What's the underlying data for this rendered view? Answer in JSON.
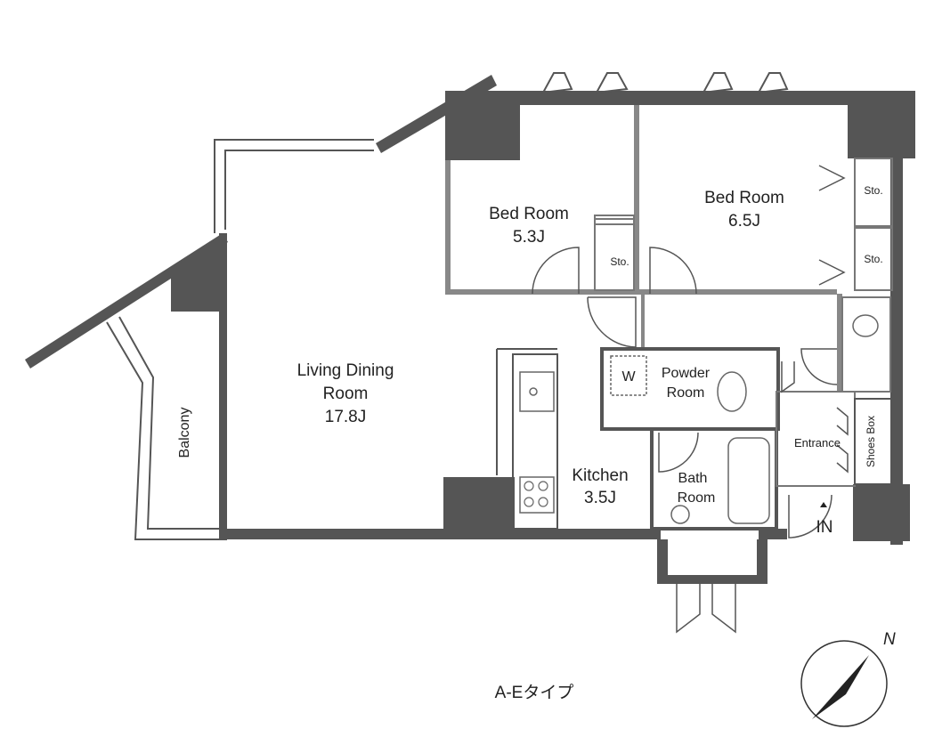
{
  "plan": {
    "type_label": "A-Eタイプ",
    "north_label": "N",
    "rooms": {
      "living": {
        "name_line1": "Living Dining",
        "name_line2": "Room",
        "size": "17.8J"
      },
      "bed1": {
        "name": "Bed Room",
        "size": "5.3J"
      },
      "bed2": {
        "name": "Bed Room",
        "size": "6.5J"
      },
      "kitchen": {
        "name": "Kitchen",
        "size": "3.5J"
      },
      "bath": {
        "name_line1": "Bath",
        "name_line2": "Room"
      },
      "powder": {
        "name_line1": "Powder",
        "name_line2": "Room"
      },
      "balcony": {
        "name": "Balcony"
      },
      "entrance": {
        "name": "Entrance"
      },
      "shoes_box": {
        "name": "Shoes Box"
      }
    },
    "storage_label": "Sto.",
    "washer_label": "W",
    "in_label": "IN",
    "colors": {
      "wall": "#555555",
      "line": "#555555",
      "text": "#222222"
    }
  }
}
